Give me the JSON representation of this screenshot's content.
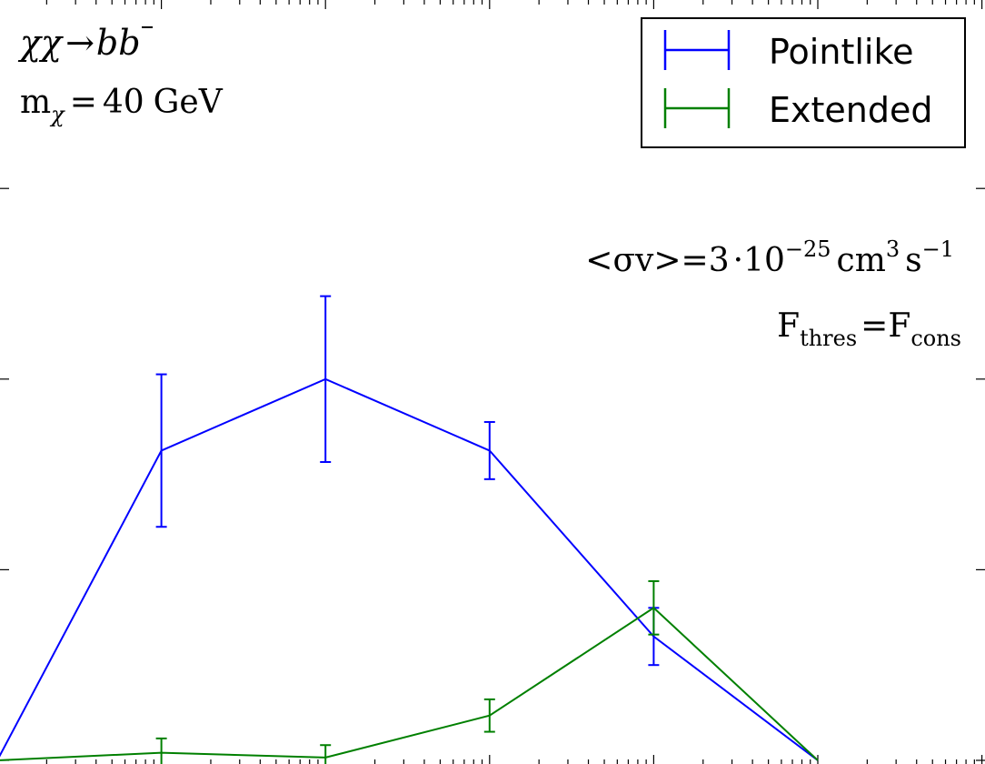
{
  "chart_data": {
    "type": "line",
    "x_scale": "log",
    "x": [
      1,
      10,
      100,
      1000,
      10000,
      100000
    ],
    "series": [
      {
        "name": "Pointlike",
        "color": "#0000ff",
        "values": [
          0.0,
          3.25,
          4.0,
          3.25,
          1.3,
          0.0
        ],
        "errors": [
          0.0,
          0.8,
          0.87,
          0.3,
          0.3,
          0.0
        ]
      },
      {
        "name": "Extended",
        "color": "#008000",
        "values": [
          0.0,
          0.08,
          0.03,
          0.47,
          1.6,
          0.0
        ],
        "errors": [
          0.0,
          0.15,
          0.13,
          0.17,
          0.28,
          0.0
        ]
      }
    ],
    "ylim": [
      0,
      8
    ],
    "grid": false,
    "legend_position": "top-right",
    "annotations": {
      "process": {
        "a": "χχ",
        "arrow": "→",
        "b": "b",
        "bbar": "b"
      },
      "mass": {
        "m": "m",
        "sub": "χ",
        "eq": "=",
        "value": "40",
        "unit": "GeV"
      },
      "sigma": {
        "lhs": "<σv>",
        "eq": "=",
        "coef": "3",
        "dot": "·",
        "base": "10",
        "exp": "−25",
        "cm": "cm",
        "cm_exp": "3",
        "s": "s",
        "s_exp": "−1"
      },
      "fthres": {
        "f1": "F",
        "sub1": "thres",
        "eq": "=",
        "f2": "F",
        "sub2": "cons"
      }
    }
  }
}
